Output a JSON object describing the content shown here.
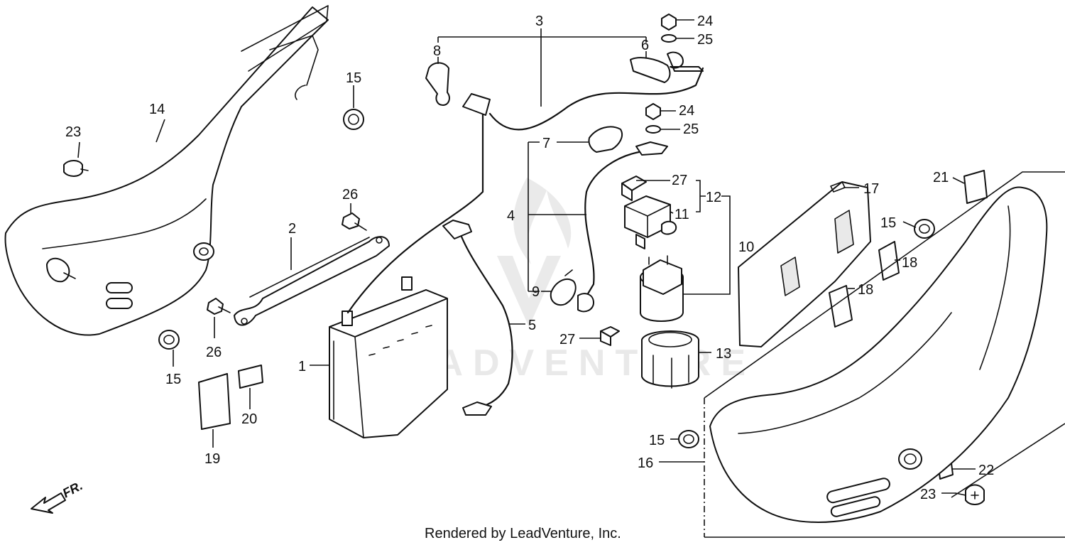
{
  "callouts": {
    "c1": "1",
    "c2": "2",
    "c3": "3",
    "c4": "4",
    "c5": "5",
    "c6": "6",
    "c7": "7",
    "c8": "8",
    "c9": "9",
    "c10": "10",
    "c11": "11",
    "c12": "12",
    "c13": "13",
    "c14": "14",
    "c15a": "15",
    "c15b": "15",
    "c15c": "15",
    "c15d": "15",
    "c16": "16",
    "c17": "17",
    "c18a": "18",
    "c18b": "18",
    "c19": "19",
    "c20": "20",
    "c21": "21",
    "c22": "22",
    "c23a": "23",
    "c23b": "23",
    "c24a": "24",
    "c24b": "24",
    "c25a": "25",
    "c25b": "25",
    "c26a": "26",
    "c26b": "26",
    "c27a": "27",
    "c27b": "27"
  },
  "direction_label": "FR.",
  "watermark": "LEADVENTURE",
  "footer_credit": "Rendered by LeadVenture, Inc."
}
